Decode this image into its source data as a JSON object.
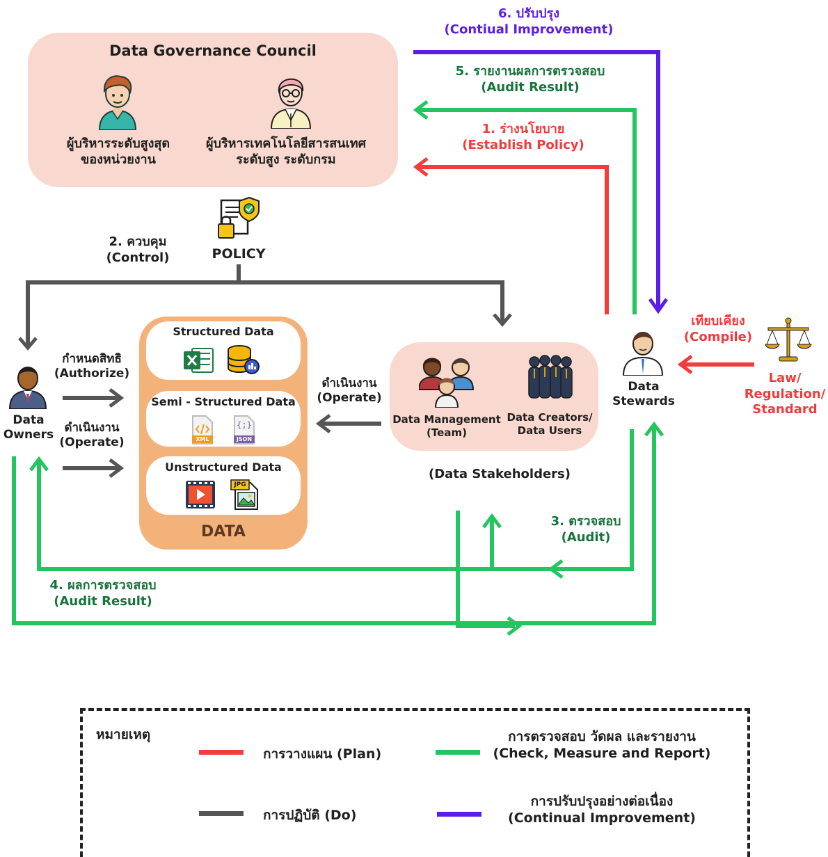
{
  "council": {
    "title": "Data Governance Council",
    "exec_label_1": "ผู้บริหารระดับสูงสุด",
    "exec_label_2": "ของหน่วยงาน",
    "cio_label_1": "ผู้บริหารเทคโนโลยีสารสนเทศ",
    "cio_label_2": "ระดับสูง ระดับกรม"
  },
  "policy": {
    "label": "POLICY"
  },
  "steps": {
    "s1_th": "1. ร่างนโยบาย",
    "s1_en": "(Establish Policy)",
    "s2_th": "2. ควบคุม",
    "s2_en": "(Control)",
    "s3_th": "3. ตรวจสอบ",
    "s3_en": "(Audit)",
    "s4_th": "4. ผลการตรวจสอบ",
    "s4_en": "(Audit Result)",
    "s5_th": "5. รายงานผลการตรวจสอบ",
    "s5_en": "(Audit Result)",
    "s6_th": "6. ปรับปรุง",
    "s6_en": "(Contiual Improvement)"
  },
  "owners": {
    "label_1": "Data",
    "label_2": "Owners",
    "authorize_th": "กำหนดสิทธิ",
    "authorize_en": "(Authorize)",
    "operate_th": "ดำเนินงาน",
    "operate_en": "(Operate)"
  },
  "data": {
    "title": "DATA",
    "structured": "Structured Data",
    "semi": "Semi - Structured Data",
    "unstructured": "Unstructured Data",
    "xml_badge": "XML",
    "json_badge": "JSON",
    "jpg_badge": "JPG",
    "json_glyph": "{;}"
  },
  "stakeholders": {
    "operate_th": "ดำเนินงาน",
    "operate_en": "(Operate)",
    "team_1": "Data Management",
    "team_2": "(Team)",
    "users_1": "Data Creators/",
    "users_2": "Data Users",
    "caption": "(Data Stakeholders)"
  },
  "stewards": {
    "label_1": "Data",
    "label_2": "Stewards"
  },
  "compile": {
    "th": "เทียบเคียง",
    "en": "(Compile)"
  },
  "law": {
    "line1": "Law/",
    "line2": "Regulation/",
    "line3": "Standard"
  },
  "legend": {
    "title": "หมายเหตุ",
    "plan": "การวางแผน (Plan)",
    "do": "การปฏิบัติ (Do)",
    "check_1": "การตรวจสอบ วัดผล และรายงาน",
    "check_2": "(Check, Measure and Report)",
    "improve_1": "การปรับปรุงอย่างต่อเนื่อง",
    "improve_2": "(Continual Improvement)"
  },
  "colors": {
    "plan": "#f23d3d",
    "do": "#555555",
    "check": "#22c55e",
    "improve": "#5b1ee6",
    "green_text": "#16733a",
    "purple_text": "#5b1ee6",
    "red_text": "#ef3b3b",
    "council_bg": "#f9d9cf",
    "data_bg": "#f4b27b"
  }
}
